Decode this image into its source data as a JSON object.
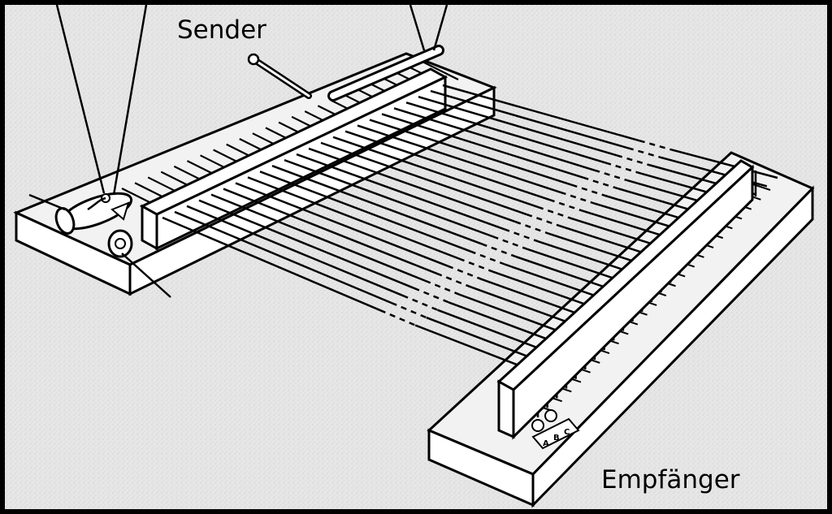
{
  "labels": {
    "sender": "Sender",
    "receiver": "Empfänger",
    "letter_a": "A",
    "letter_b": "B",
    "letter_c": "C"
  },
  "wire_count": 24,
  "colors": {
    "background": "#e6e6e6",
    "ink": "#000000",
    "board_top": "#f2f2f2",
    "board_side": "#ffffff"
  }
}
